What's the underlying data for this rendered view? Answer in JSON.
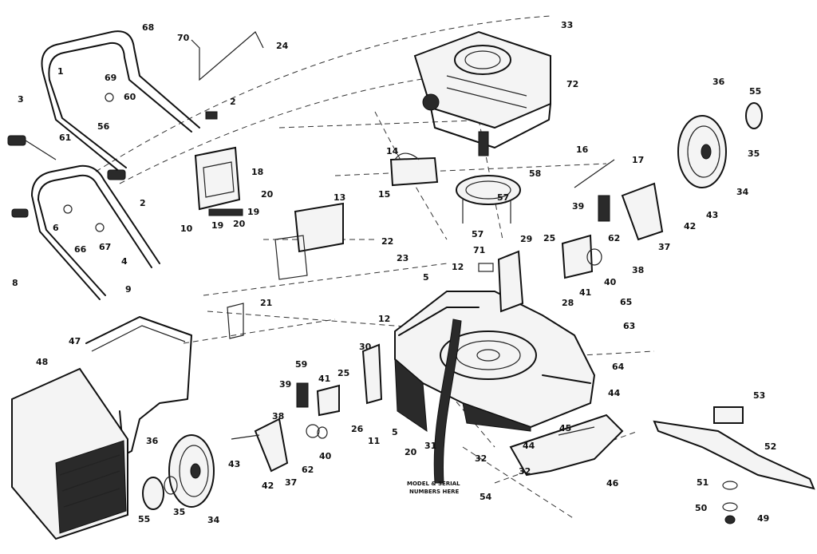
{
  "callouts": [
    "1",
    "2",
    "3",
    "4",
    "5",
    "6",
    "8",
    "9",
    "10",
    "11",
    "12",
    "13",
    "14",
    "15",
    "16",
    "17",
    "18",
    "19",
    "20",
    "21",
    "22",
    "23",
    "24",
    "25",
    "26",
    "28",
    "29",
    "30",
    "31",
    "32",
    "33",
    "34",
    "35",
    "36",
    "37",
    "38",
    "39",
    "40",
    "41",
    "42",
    "43",
    "44",
    "45",
    "46",
    "47",
    "48",
    "49",
    "50",
    "51",
    "52",
    "53",
    "54",
    "55",
    "56",
    "57",
    "58",
    "59",
    "60",
    "61",
    "62",
    "63",
    "64",
    "65",
    "66",
    "67",
    "68",
    "69",
    "70",
    "71",
    "72"
  ],
  "note": {
    "line1": "MODEL & SERIAL",
    "line2": "NUMBERS HERE"
  }
}
